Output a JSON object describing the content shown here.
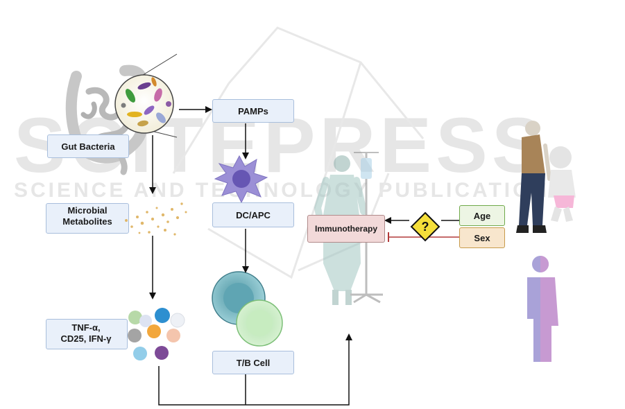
{
  "watermark": {
    "big": "SCITEPRESS",
    "small": "SCIENCE AND TECHNOLOGY PUBLICATIONS"
  },
  "nodes": {
    "gut_bacteria": "Gut Bacteria",
    "microbial_metabolites_line1": "Microbial",
    "microbial_metabolites_line2": "Metabolites",
    "cytokines_line1": "TNF-α,",
    "cytokines_line2": "CD25, IFN-γ",
    "pamps": "PAMPs",
    "dc_apc": "DC/APC",
    "tb_cell": "T/B Cell",
    "immunotherapy": "Immunotherapy",
    "question_mark": "?",
    "age": "Age",
    "sex": "Sex"
  },
  "colors": {
    "box_fill": "#e9f0fa",
    "immunotherapy_fill": "#f2d9d9",
    "age_fill": "#edf5e4",
    "age_border": "#6fa94a",
    "sex_fill": "#f8e6cd",
    "sex_border": "#c79a4b",
    "diamond": "#f5df3a",
    "inhibit_line": "#b23a3a"
  }
}
